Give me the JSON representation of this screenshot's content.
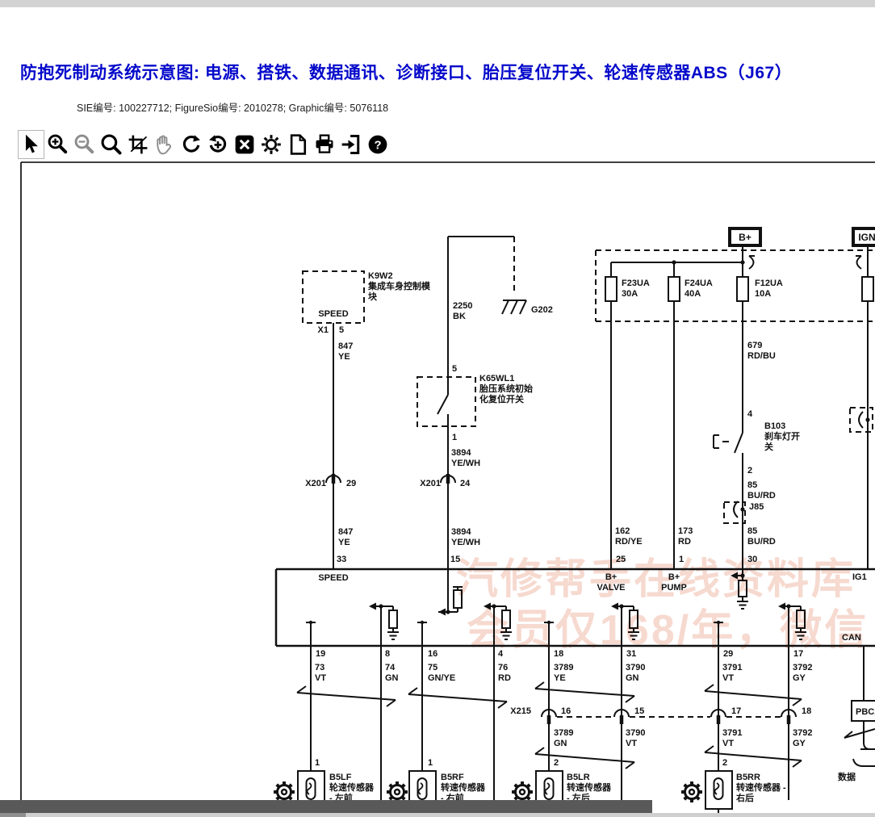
{
  "header": {
    "title": "防抱死制动系统示意图: 电源、搭铁、数据通讯、诊断接口、胎压复位开关、轮速传感器ABS（J67）",
    "meta": "SIE编号: 100227712;  FigureSio编号: 2010278;  Graphic编号: 5076118"
  },
  "toolbar": {
    "icons": [
      "cursor",
      "zoom-in",
      "zoom-out",
      "magnify",
      "crop",
      "pan-hand",
      "redo",
      "undo-rotate",
      "fit-window",
      "brightness",
      "new-page",
      "print",
      "export",
      "help"
    ],
    "help_glyph": "?"
  },
  "watermark": {
    "line1": "汽修帮手在线资料库",
    "line2": "会员仅168/年，微信"
  },
  "colors": {
    "title_blue": "#0509ca",
    "watermark_pink": "#eba78f",
    "line_black": "#111111",
    "bar_gray": "#595959"
  },
  "d": {
    "b_plus": "B+",
    "ign": "IGN",
    "f23": "F23UA",
    "f23_a": "30A",
    "f24": "F24UA",
    "f24_a": "40A",
    "f12": "F12UA",
    "f12_a": "10A",
    "w679": "679",
    "w679_c": "RD/BU",
    "k9w2": "K9W2",
    "k9w2_l1": "集成车身控制模",
    "k9w2_l2": "块",
    "k9w2_speed": "SPEED",
    "x1": "X1",
    "x1_pin": "5",
    "w847": "847",
    "w847_c": "YE",
    "w847_2": "847",
    "w847_2c": "YE",
    "x201_l": "X201",
    "x201_lp": "29",
    "x201_r": "X201",
    "x201_rp": "24",
    "w2250": "2250",
    "w2250_c": "BK",
    "g202": "G202",
    "k65_p5": "5",
    "k65": "K65WL1",
    "k65_l1": "胎压系统初始",
    "k65_l2": "化复位开关",
    "k65_p1": "1",
    "w3894": "3894",
    "w3894_c": "YE/WH",
    "w3894_2": "3894",
    "w3894_2c": "YE/WH",
    "b103_p4": "4",
    "b103": "B103",
    "b103_l1": "刹车灯开",
    "b103_l2": "关",
    "b103_p2": "2",
    "w85": "85",
    "w85_c": "BU/RD",
    "j85": "J85",
    "w85_2": "85",
    "w85_2c": "BU/RD",
    "w162": "162",
    "w162_c": "RD/YE",
    "w173": "173",
    "w173_c": "RD",
    "p33": "33",
    "p15": "15",
    "p25": "25",
    "p1": "1",
    "p30": "30",
    "ig1": "IG1",
    "m_speed": "SPEED",
    "bv1": "B+",
    "bv2": "VALVE",
    "bp1": "B+",
    "bp2": "PUMP",
    "can": "CAN",
    "p19": "19",
    "p8": "8",
    "p16": "16",
    "p4": "4",
    "p18": "18",
    "p31": "31",
    "p29": "29",
    "p17": "17",
    "w73": "73",
    "w73_c": "VT",
    "w74": "74",
    "w74_c": "GN",
    "w75": "75",
    "w75_c": "GN/YE",
    "w76": "76",
    "w76_c": "RD",
    "w3789": "3789",
    "w3789_c": "YE",
    "w3790": "3790",
    "w3790_c": "GN",
    "w3791": "3791",
    "w3791_c": "VT",
    "w3792": "3792",
    "w3792_c": "GY",
    "x215": "X215",
    "x215_p16": "16",
    "x215_p15": "15",
    "x215_p17": "17",
    "x215_p18": "18",
    "w3789b": "3789",
    "w3789b_c": "GN",
    "w3790b": "3790",
    "w3790b_c": "VT",
    "w3791b": "3791",
    "w3791b_c": "VT",
    "w3792b": "3792",
    "w3792b_c": "GY",
    "s_lf_pin": "1",
    "s_rf_pin": "1",
    "s_lr_pin": "2",
    "s_rr_pin": "2",
    "b5lf": "B5LF",
    "b5lf_l1": "轮速传感器",
    "b5lf_l2": "- 左前",
    "b5rf": "B5RF",
    "b5rf_l1": "转速传感器",
    "b5rf_l2": "- 右前",
    "b5lr": "B5LR",
    "b5lr_l1": "转速传感器",
    "b5lr_l2": "- 左后",
    "b5rr": "B5RR",
    "b5rr_l1": "转速传感器 -",
    "b5rr_l2": "右后",
    "pbcan": "PBCA",
    "data_lbl": "数据"
  }
}
